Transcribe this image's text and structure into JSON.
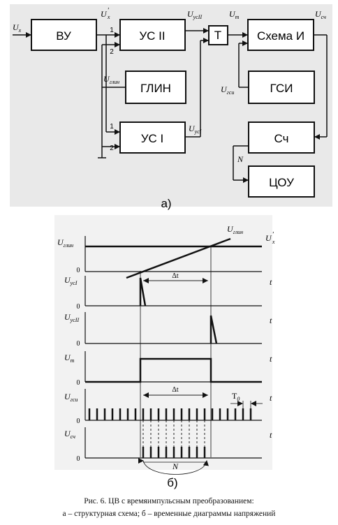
{
  "diagram_a": {
    "blocks": {
      "vu": "ВУ",
      "us2": "УС II",
      "glin": "ГЛИН",
      "us1": "УС I",
      "t": "Т",
      "and": "Схема И",
      "gsi": "ГСИ",
      "sch": "Сч",
      "cou": "ЦОУ"
    },
    "signals": {
      "ux": "U",
      "ux_sub": "x",
      "uxp": "U",
      "uxp_sub": "x",
      "uxp_mark": "'",
      "uus2": "U",
      "uus2_sub": "усII",
      "um": "U",
      "um_sub": "m",
      "usch": "U",
      "usch_sub": "сч",
      "uglin": "U",
      "uglin_sub": "глин",
      "ugsi": "U",
      "ugsi_sub": "гси",
      "uus1": "U",
      "uus1_sub": "усI",
      "n": "N"
    },
    "pins": {
      "p1": "1",
      "p2": "2"
    },
    "label": "а)"
  },
  "diagram_b": {
    "top_uglin": "U",
    "top_uglin_sub": "глин",
    "top_ux": "U",
    "top_ux_sub": "x",
    "top_ux_mark": "'",
    "rows": [
      {
        "label": "U",
        "sub": "глин",
        "zero": "0"
      },
      {
        "label": "U",
        "sub": "усI",
        "zero": "0",
        "t": "t"
      },
      {
        "label": "U",
        "sub": "усII",
        "zero": "0",
        "t": "t"
      },
      {
        "label": "U",
        "sub": "m",
        "zero": "0",
        "t": "t"
      },
      {
        "label": "U",
        "sub": "гси",
        "zero": "0",
        "t": "t"
      },
      {
        "label": "U",
        "sub": "сч",
        "zero": "0",
        "t": "t"
      }
    ],
    "delta_t_1": "Δt",
    "delta_t_2": "Δt",
    "t0": "T",
    "t0_sub": "0",
    "n": "N",
    "label": "б)"
  },
  "caption": {
    "line1": "Рис. 6. ЦВ с времяимпульсным преобразованием:",
    "line2": "а – структурная схема; б – временные диаграммы напряжений"
  }
}
